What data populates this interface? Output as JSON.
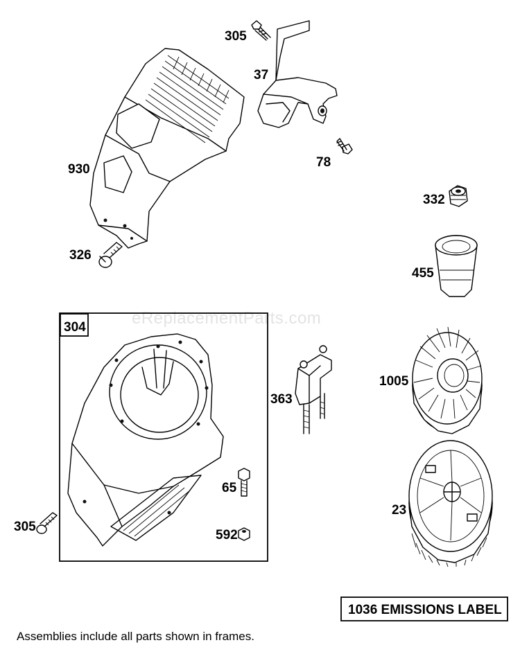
{
  "watermark": "eReplacementParts.com",
  "parts": {
    "p305_top": "305",
    "p37": "37",
    "p78": "78",
    "p930": "930",
    "p326": "326",
    "p332": "332",
    "p455": "455",
    "p304": "304",
    "p363": "363",
    "p1005": "1005",
    "p65": "65",
    "p305_bottom": "305",
    "p592": "592",
    "p23": "23"
  },
  "emissions_label": "1036 EMISSIONS LABEL",
  "footer_note": "Assemblies include all parts shown in frames."
}
